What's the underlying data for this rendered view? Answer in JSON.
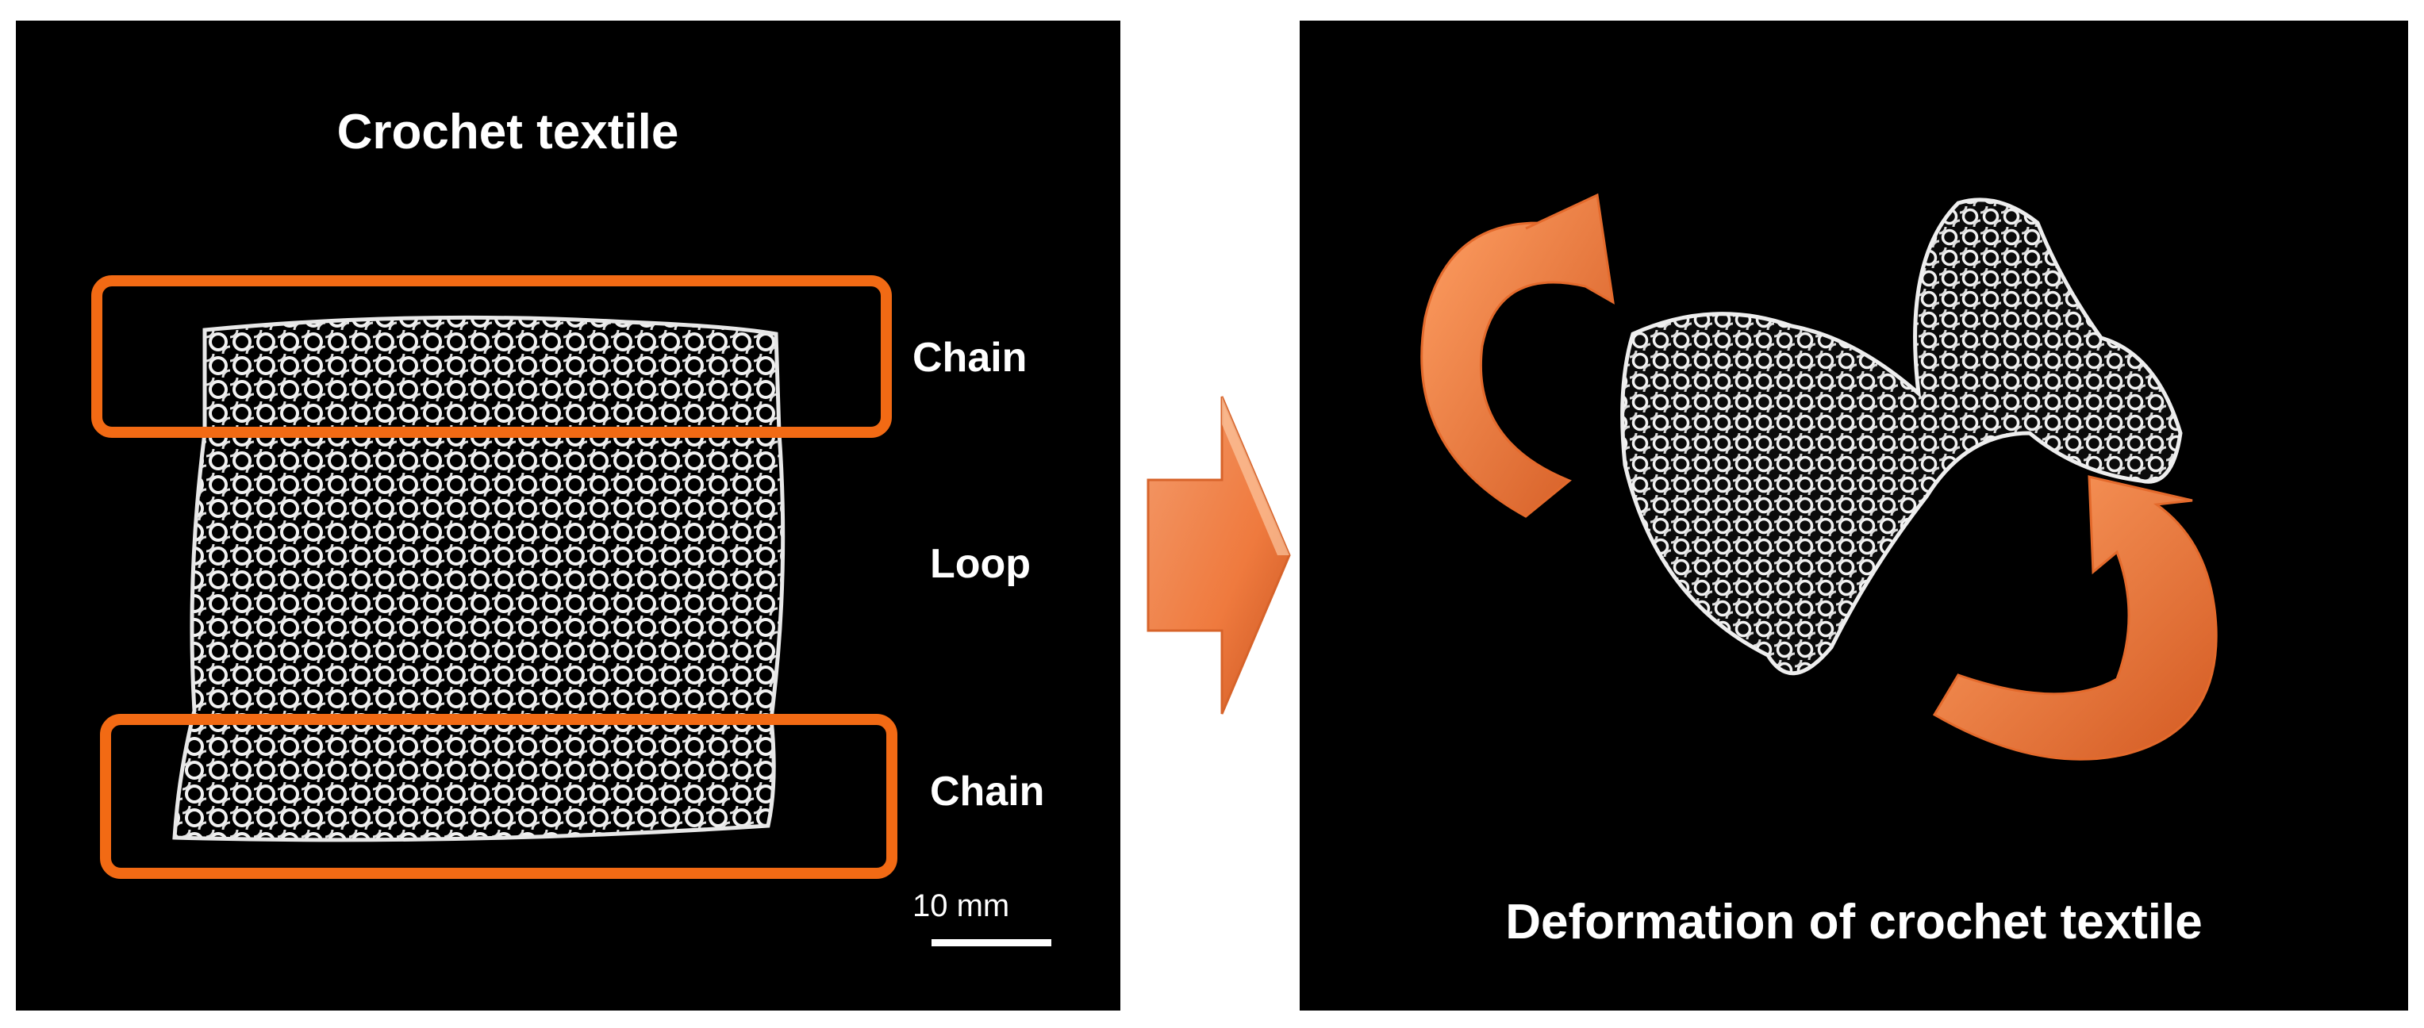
{
  "left_panel": {
    "title": "Crochet textile",
    "labels": {
      "chain_top": "Chain",
      "loop": "Loop",
      "chain_bottom": "Chain"
    },
    "scale_bar": "10 mm"
  },
  "right_panel": {
    "title": "Deformation of crochet textile"
  },
  "colors": {
    "background": "#000000",
    "highlight_box": "#f26a14",
    "arrow": "#f07a3c",
    "text": "#ffffff",
    "textile": "#f0f0f0"
  },
  "icons": [
    "right-arrow-icon",
    "curved-arrow-icon"
  ]
}
